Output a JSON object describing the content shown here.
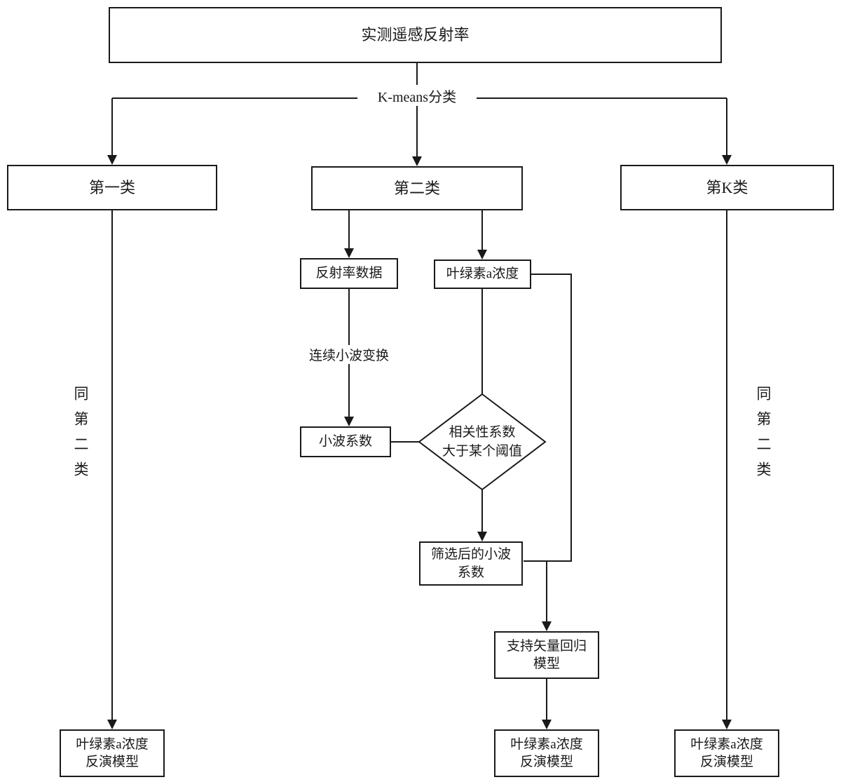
{
  "nodes": {
    "top_box": "实测遥感反射率",
    "class1_box": "第一类",
    "class2_box": "第二类",
    "classK_box": "第K类",
    "reflectance_box": "反射率数据",
    "chla_box": "叶绿素a浓度",
    "wavelet_box": "小波系数",
    "decision_diamond": {
      "line1": "相关性系数",
      "line2": "大于某个阈值"
    },
    "filtered_box": {
      "line1": "筛选后的小波",
      "line2": "系数"
    },
    "svr_box": {
      "line1": "支持矢量回归",
      "line2": "模型"
    },
    "model_box_left": {
      "line1": "叶绿素a浓度",
      "line2": "反演模型"
    },
    "model_box_center": {
      "line1": "叶绿素a浓度",
      "line2": "反演模型"
    },
    "model_box_right": {
      "line1": "叶绿素a浓度",
      "line2": "反演模型"
    }
  },
  "edge_labels": {
    "kmeans": "K-means分类",
    "cwt": "连续小波变换",
    "same_as_class2_left": "同第二类",
    "same_as_class2_right": "同第二类"
  },
  "colors": {
    "line": "#1a1a1a",
    "box_border": "#1a1a1a",
    "box_fill": "#ffffff",
    "text": "#1a1a1a",
    "background": "#ffffff"
  }
}
